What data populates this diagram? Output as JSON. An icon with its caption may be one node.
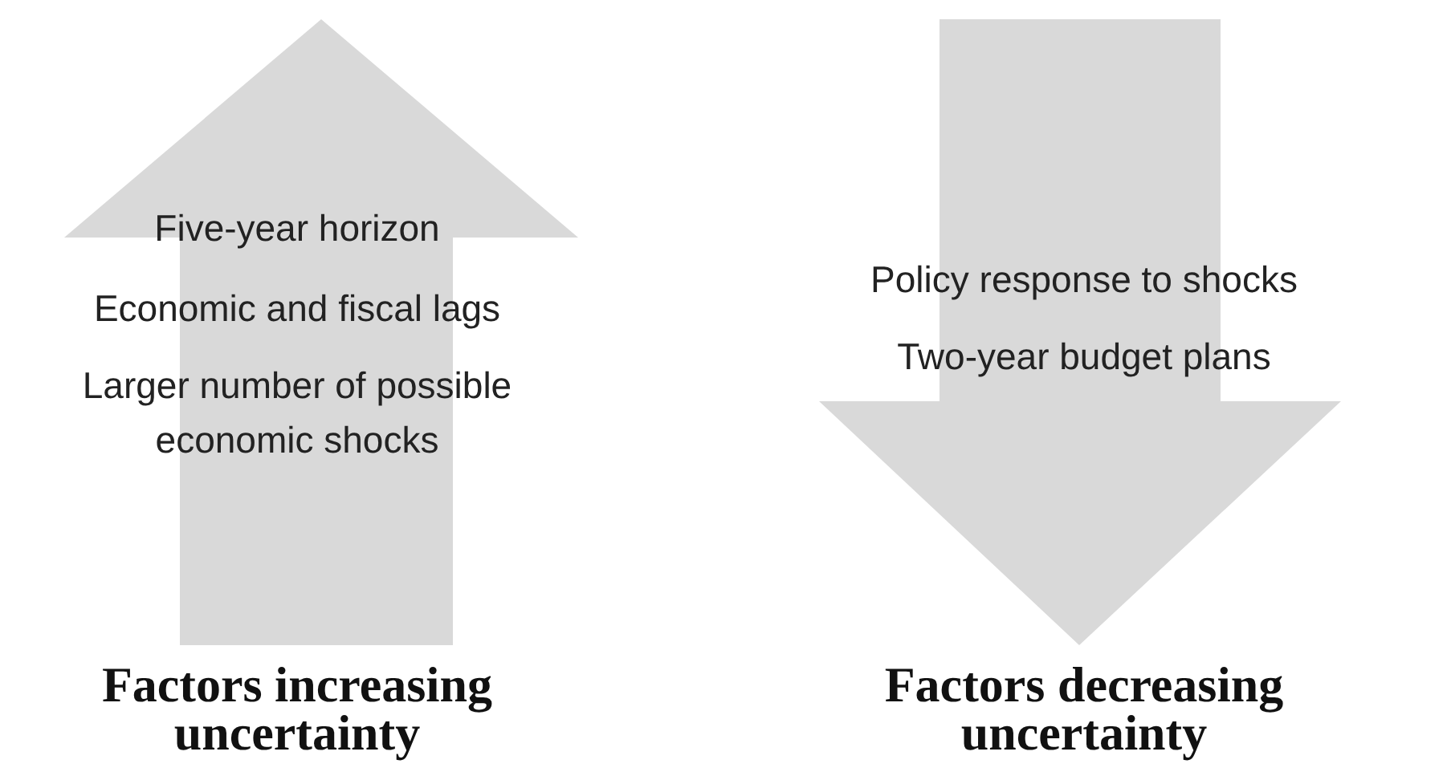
{
  "diagram": {
    "nodes": [
      {
        "text": [
          "Five-year horizon",
          "Economic and fiscal lags",
          "Larger number of possible economic shocks"
        ],
        "beside": [
          "Factors increasing uncertainty"
        ]
      },
      {
        "text": [
          "Policy response to shocks",
          "Two-year budget plans"
        ],
        "beside": [
          "Factors decreasing uncertainty"
        ]
      }
    ],
    "edges": []
  }
}
